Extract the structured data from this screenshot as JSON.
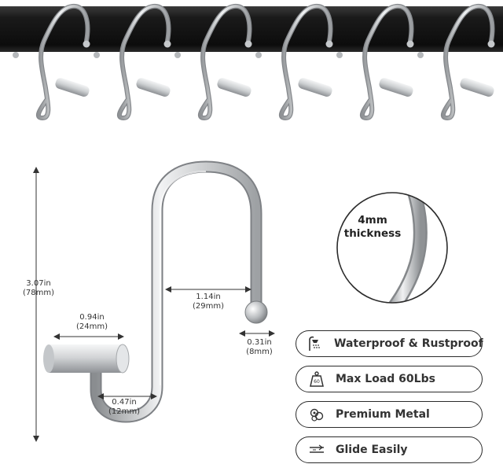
{
  "dimensions": {
    "height": {
      "in": "3.07in",
      "mm": "(78mm)"
    },
    "bar_length": {
      "in": "0.94in",
      "mm": "(24mm)"
    },
    "opening": {
      "in": "1.14in",
      "mm": "(29mm)"
    },
    "ball": {
      "in": "0.31in",
      "mm": "(8mm)"
    },
    "gap": {
      "in": "0.47in",
      "mm": "(12mm)"
    }
  },
  "callout": {
    "line1": "4mm",
    "line2": "thickness"
  },
  "features": [
    {
      "label": "Waterproof & Rustproof",
      "icon": "shower-icon"
    },
    {
      "label": "Max Load 60Lbs",
      "icon": "weight-icon"
    },
    {
      "label": "Premium Metal",
      "icon": "metal-icon"
    },
    {
      "label": "Glide Easily",
      "icon": "glide-icon"
    }
  ],
  "colors": {
    "rod": "#161616",
    "metal": "#c9cbcd",
    "outline": "#2b2b2b"
  },
  "weight_icon_text": "60"
}
